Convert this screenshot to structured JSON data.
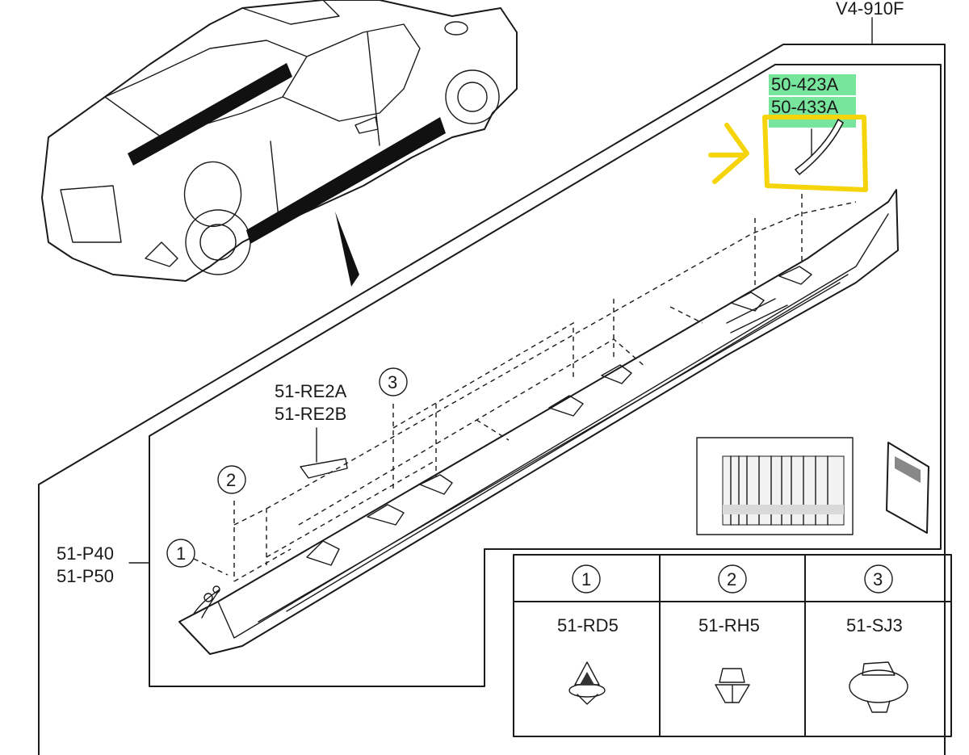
{
  "diagram_code": "V4-910F",
  "callouts": {
    "upper_part_1": "50-423A",
    "upper_part_2": "50-433A",
    "emblem_1": "51-RE2A",
    "emblem_2": "51-RE2B",
    "sill_1": "51-P40",
    "sill_2": "51-P50"
  },
  "circle_numbers": [
    "1",
    "2",
    "3"
  ],
  "fastener_table": {
    "headers": [
      "1",
      "2",
      "3"
    ],
    "parts": [
      "51-RD5",
      "51-RH5",
      "51-SJ3"
    ]
  },
  "colors": {
    "highlight": "#5fe08a",
    "annotation": "#f5d50a",
    "ink": "#1a1a1a"
  }
}
